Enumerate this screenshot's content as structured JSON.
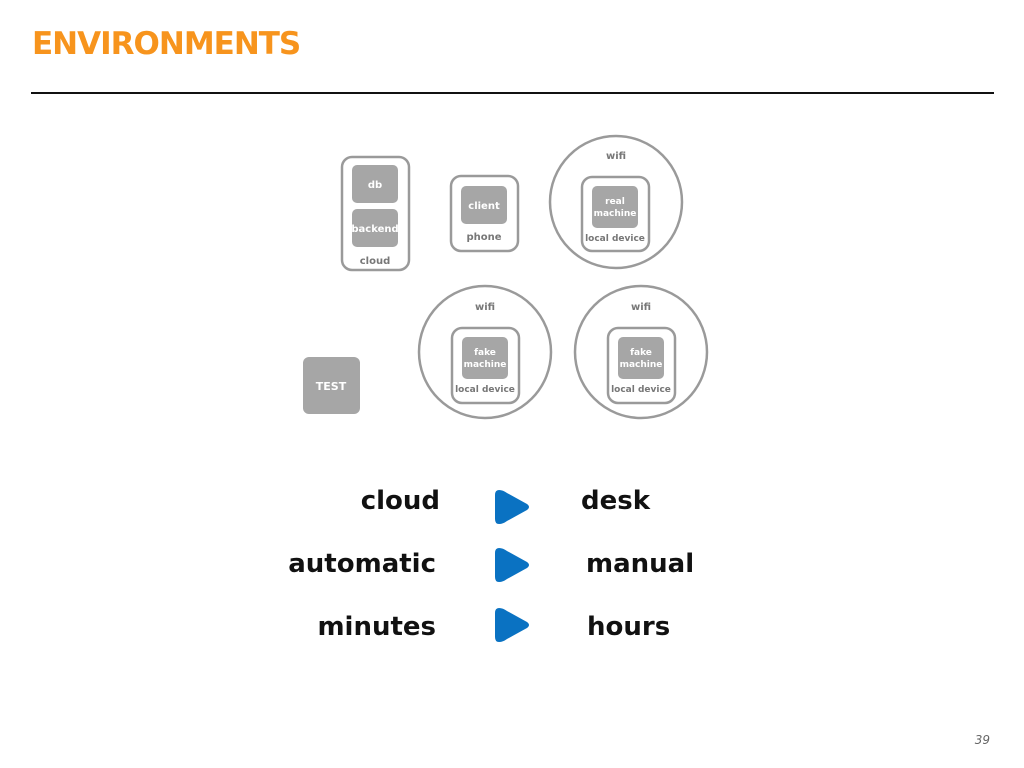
{
  "slide": {
    "title": "ENVIRONMENTS",
    "page_number": "39"
  },
  "diagram": {
    "cloud": {
      "label": "cloud",
      "db": "db",
      "backend": "backend"
    },
    "phone": {
      "label": "phone",
      "client": "client"
    },
    "real_device": {
      "network": "wifi",
      "machine_line1": "real",
      "machine_line2": "machine",
      "label": "local device"
    },
    "fake_device_1": {
      "network": "wifi",
      "machine_line1": "fake",
      "machine_line2": "machine",
      "label": "local device"
    },
    "fake_device_2": {
      "network": "wifi",
      "machine_line1": "fake",
      "machine_line2": "machine",
      "label": "local device"
    },
    "test": "TEST"
  },
  "comparisons": [
    {
      "from": "cloud",
      "to": "desk"
    },
    {
      "from": "automatic",
      "to": "manual"
    },
    {
      "from": "minutes",
      "to": "hours"
    }
  ],
  "colors": {
    "title": "#f7941d",
    "arrow": "#0a72c2",
    "box_fill": "#a6a6a6",
    "outline": "#9a9a9a"
  }
}
